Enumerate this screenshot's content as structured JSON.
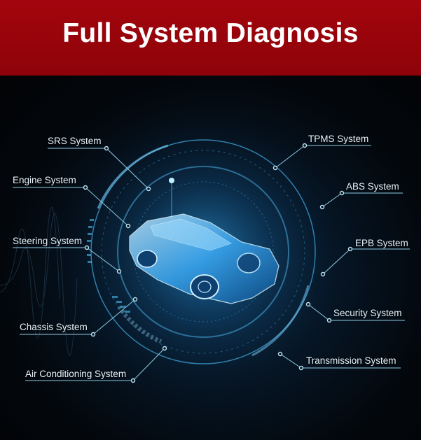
{
  "header": {
    "title": "Full System Diagnosis"
  },
  "systems": [
    {
      "key": "srs",
      "label": "SRS System"
    },
    {
      "key": "engine",
      "label": "Engine System"
    },
    {
      "key": "steering",
      "label": "Steering System"
    },
    {
      "key": "chassis",
      "label": "Chassis System"
    },
    {
      "key": "aircon",
      "label": "Air Conditioning System"
    },
    {
      "key": "tpms",
      "label": "TPMS System"
    },
    {
      "key": "abs",
      "label": "ABS System"
    },
    {
      "key": "epb",
      "label": "EPB System"
    },
    {
      "key": "security",
      "label": "Security System"
    },
    {
      "key": "transmission",
      "label": "Transmission System"
    }
  ],
  "colors": {
    "banner": "#9a040b",
    "glow": "#2fa9ff",
    "line": "#7cc8e8"
  }
}
